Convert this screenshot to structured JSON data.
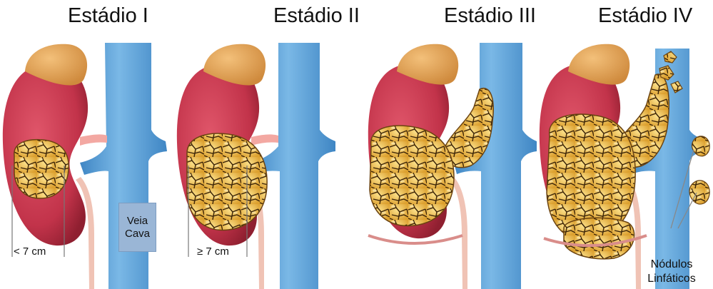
{
  "stages": [
    {
      "title": "Estádio I"
    },
    {
      "title": "Estádio II"
    },
    {
      "title": "Estádio III"
    },
    {
      "title": "Estádio IV"
    }
  ],
  "labels": {
    "size_small": "< 7 cm",
    "size_large": "≥ 7 cm",
    "vena_cava_line1": "Veia",
    "vena_cava_line2": "Cava",
    "lymph_nodes_line1": "Nódulos",
    "lymph_nodes_line2": "Linfáticos"
  },
  "colors": {
    "kidney": "#c8334a",
    "adrenal": "#e39e4c",
    "vein": "#5a9fd4",
    "tumor": "#e8b23c",
    "label_box": "#9ab6d6"
  }
}
